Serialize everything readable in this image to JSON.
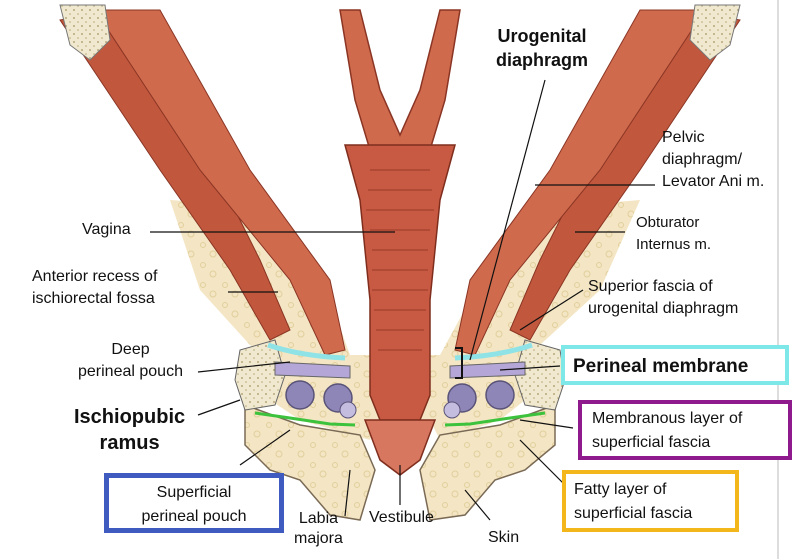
{
  "labels": {
    "urogenital_diaphragm": "Urogenital\ndiaphragm",
    "pelvic_diaphragm": "Pelvic\ndiaphragm/\nLevator Ani m.",
    "obturator_internus": "Obturator\nInternus m.",
    "vagina": "Vagina",
    "anterior_recess": "Anterior recess of\nischiorectal fossa",
    "superior_fascia": "Superior fascia of\nurogenital diaphragm",
    "deep_perineal_pouch": "Deep\nperineal pouch",
    "perineal_membrane": "Perineal membrane",
    "ischiopubic_ramus": "Ischiopubic\nramus",
    "membranous_layer": "Membranous layer of\nsuperficial fascia",
    "superficial_perineal_pouch": "Superficial\nperineal pouch",
    "fatty_layer": "Fatty layer of\nsuperficial fascia",
    "labia_majora": "Labia\nmajora",
    "vestibule": "Vestibule",
    "skin": "Skin"
  },
  "colors": {
    "perineal_membrane_box": "#7ee8e8",
    "membranous_layer_box": "#8e1a8e",
    "superficial_pouch_box": "#3f5bbf",
    "fatty_layer_box": "#f3b71b",
    "membranous_line": "#3cc23c",
    "perineal_membrane_line": "#8fe3e6",
    "muscle": "#c1573d",
    "vaginal_wall": "#c85a43",
    "fat": "#f4e6c4",
    "bone": "#efe6cc"
  }
}
